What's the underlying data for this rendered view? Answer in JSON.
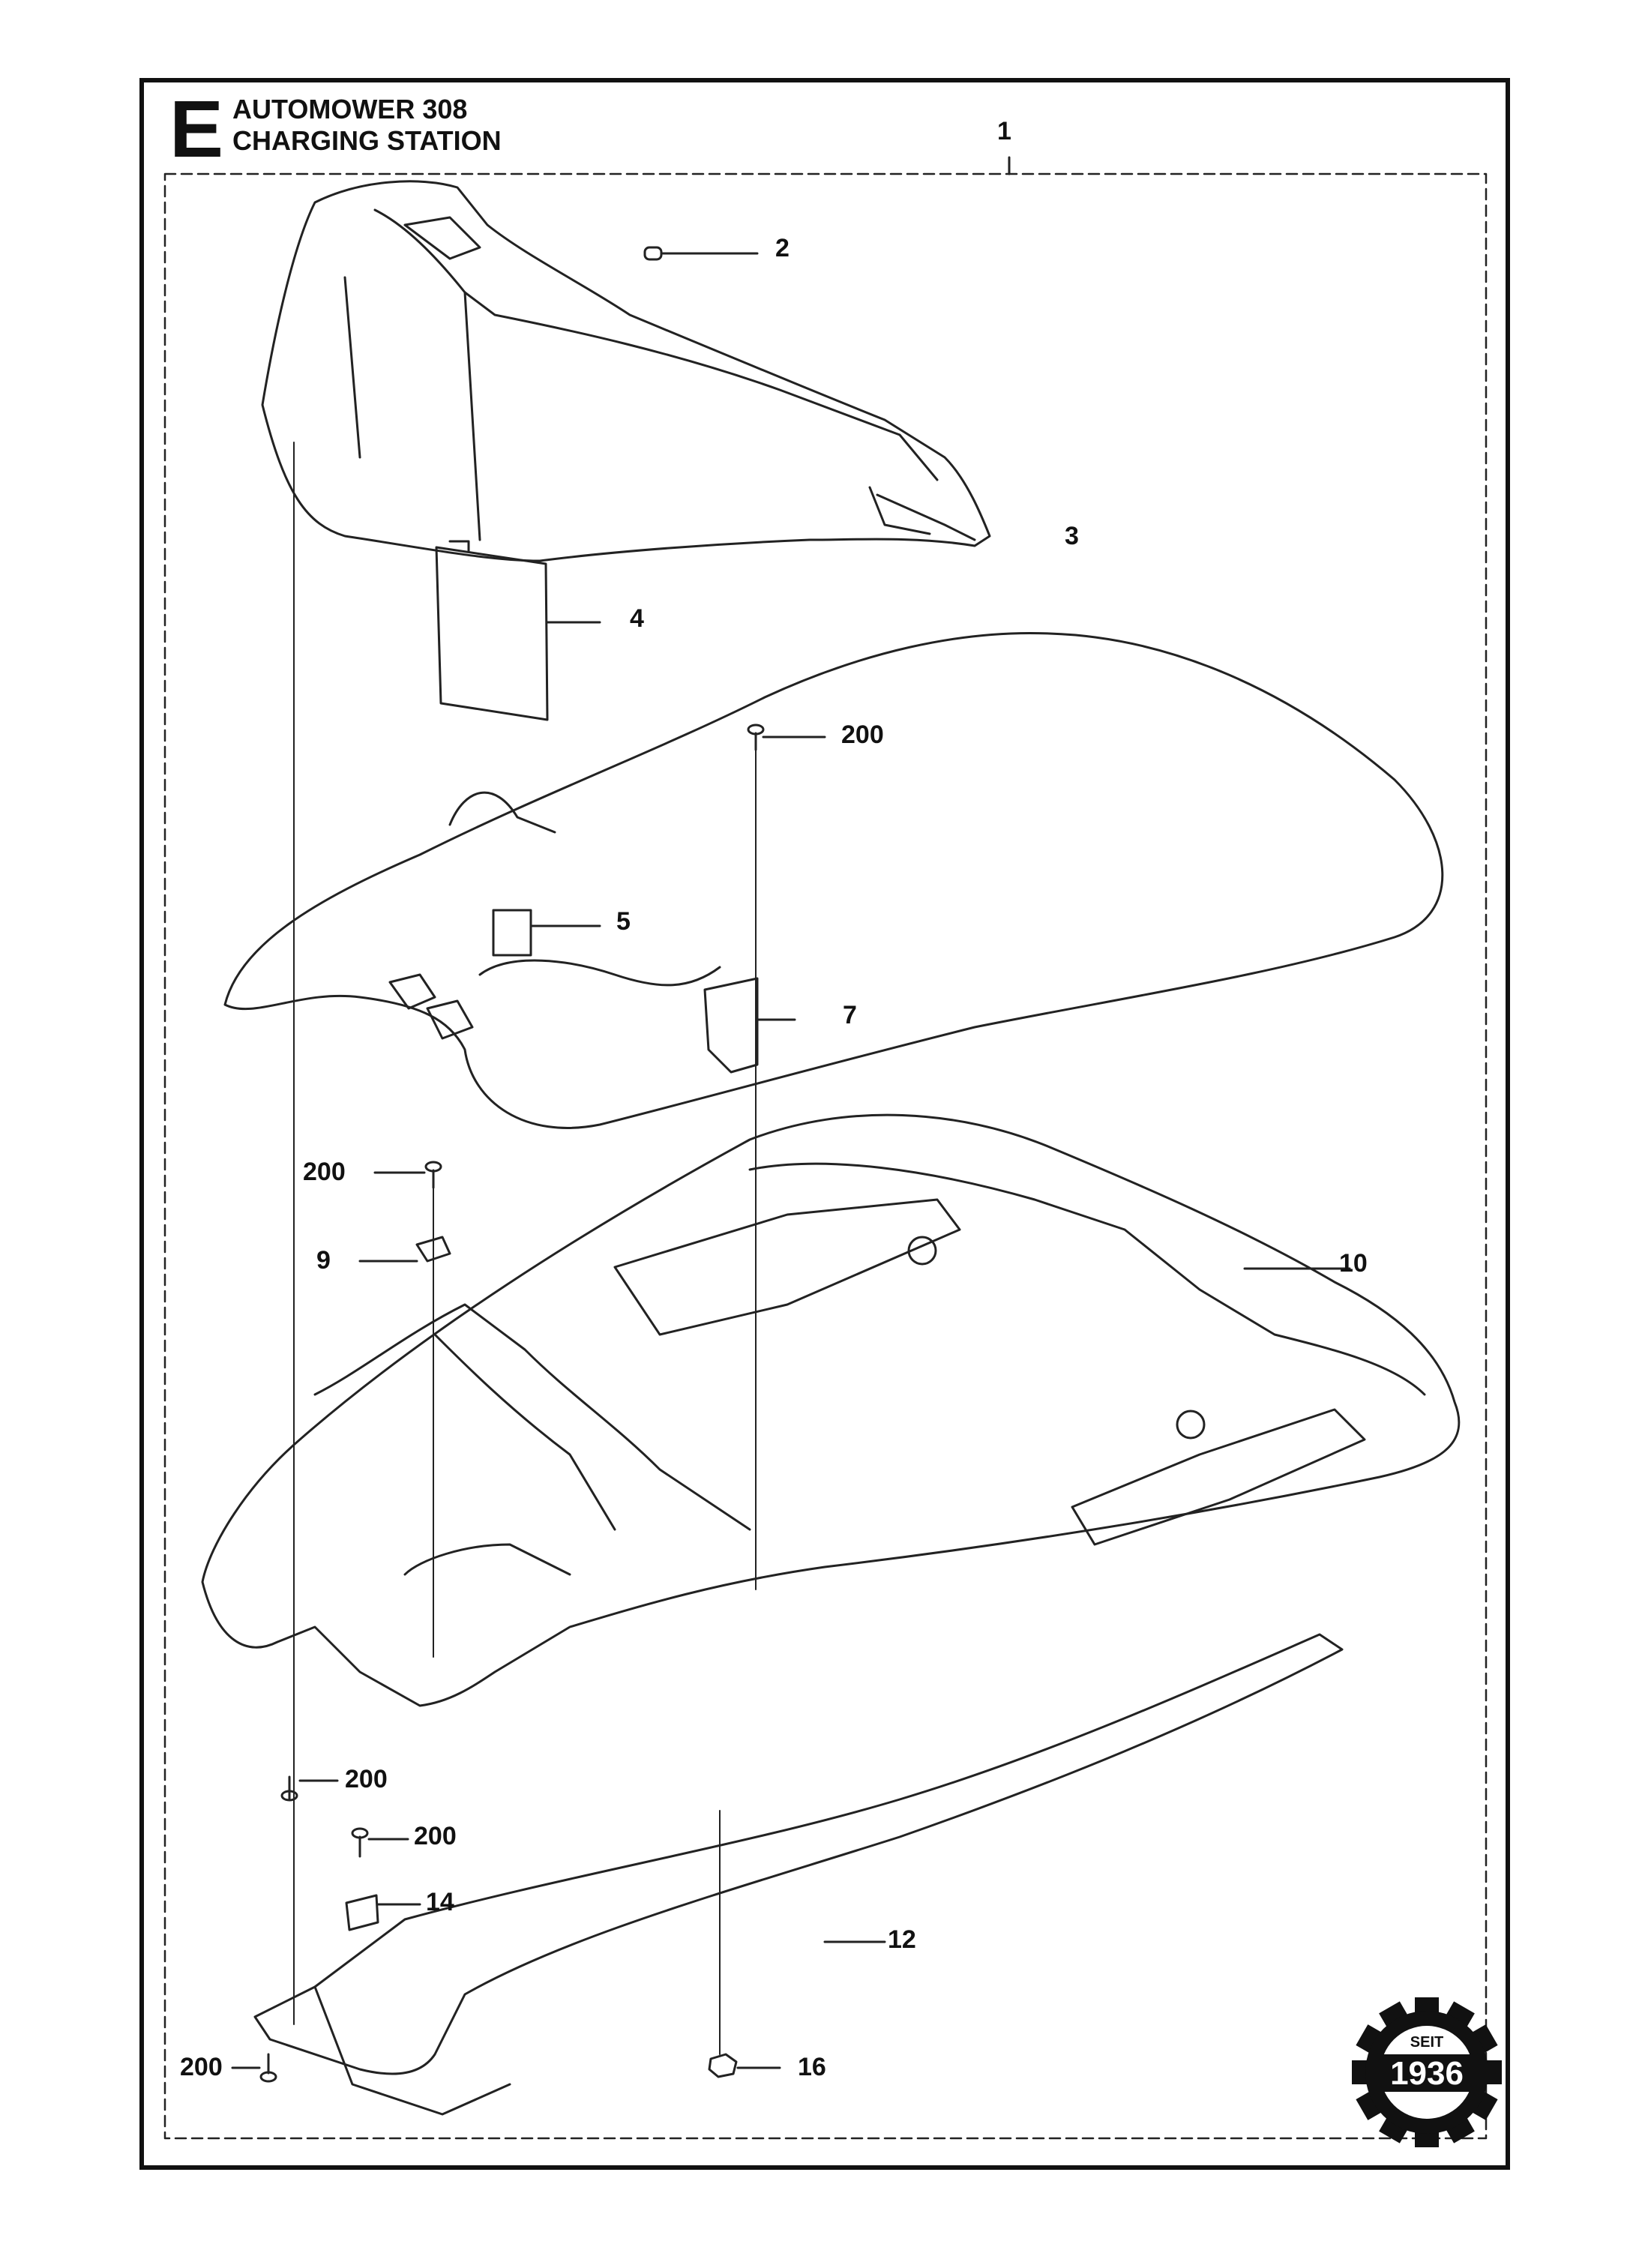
{
  "header": {
    "section_letter": "E",
    "title_line1": "AUTOMOWER 308",
    "title_line2": "CHARGING STATION"
  },
  "callouts": [
    {
      "id": "1",
      "label": "1"
    },
    {
      "id": "2",
      "label": "2"
    },
    {
      "id": "3",
      "label": "3"
    },
    {
      "id": "4",
      "label": "4"
    },
    {
      "id": "200a",
      "label": "200"
    },
    {
      "id": "5",
      "label": "5"
    },
    {
      "id": "7",
      "label": "7"
    },
    {
      "id": "200b",
      "label": "200"
    },
    {
      "id": "9",
      "label": "9"
    },
    {
      "id": "10",
      "label": "10"
    },
    {
      "id": "200c",
      "label": "200"
    },
    {
      "id": "200d",
      "label": "200"
    },
    {
      "id": "14",
      "label": "14"
    },
    {
      "id": "12",
      "label": "12"
    },
    {
      "id": "200e",
      "label": "200"
    },
    {
      "id": "16",
      "label": "16"
    }
  ],
  "seal": {
    "top_text": "SEIT",
    "year": "1936"
  }
}
